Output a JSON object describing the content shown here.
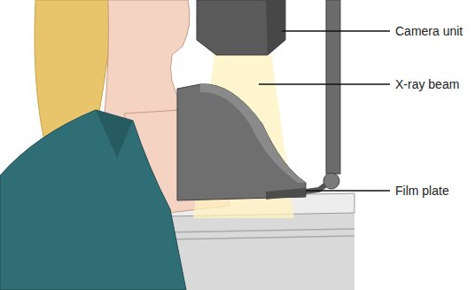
{
  "diagram": {
    "labels": [
      "Camera unit",
      "X-ray beam",
      "Film plate"
    ]
  }
}
